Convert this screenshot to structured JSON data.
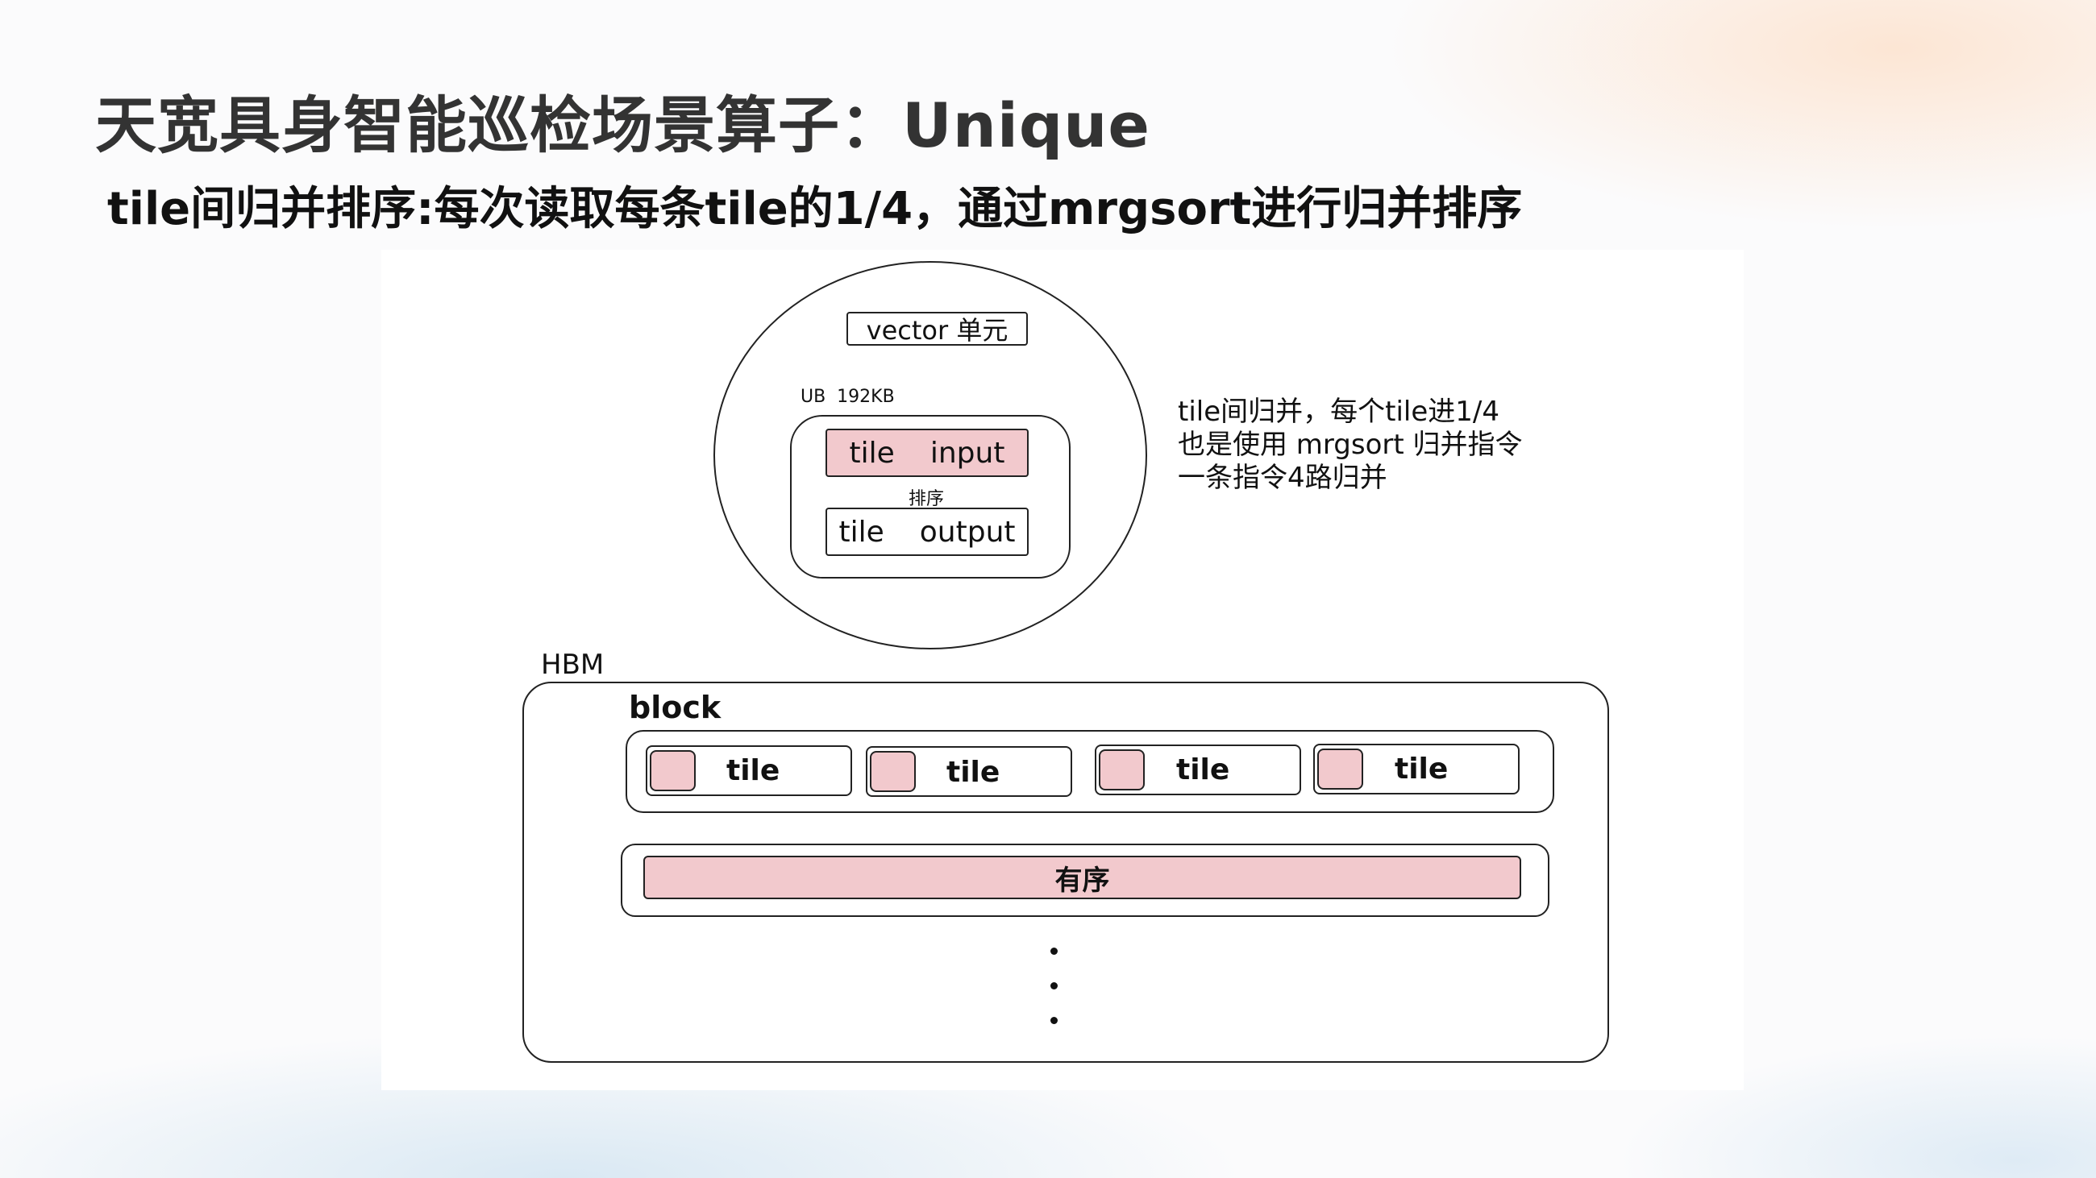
{
  "slide": {
    "title": "天宽具身智能巡检场景算子：Unique",
    "subtitle": "tile间归并排序:每次读取每条tile的1/4，通过mrgsort进行归并排序"
  },
  "diagram": {
    "vector_unit_label": "vector 单元",
    "ub_label": "UB  192KB",
    "tile_input": {
      "left": "tile",
      "right": "input"
    },
    "sort_label": "排序",
    "tile_output": {
      "left": "tile",
      "right": "output"
    },
    "note_lines": [
      "tile间归并，每个tile进1/4",
      "也是使用 mrgsort 归并指令",
      "一条指令4路归并"
    ],
    "hbm_label": "HBM",
    "block_label": "block",
    "tiles": [
      "tile",
      "tile",
      "tile",
      "tile"
    ],
    "ordered_label": "有序",
    "colors": {
      "pink_fill": "#f2c9cd",
      "stroke": "#222222"
    }
  }
}
